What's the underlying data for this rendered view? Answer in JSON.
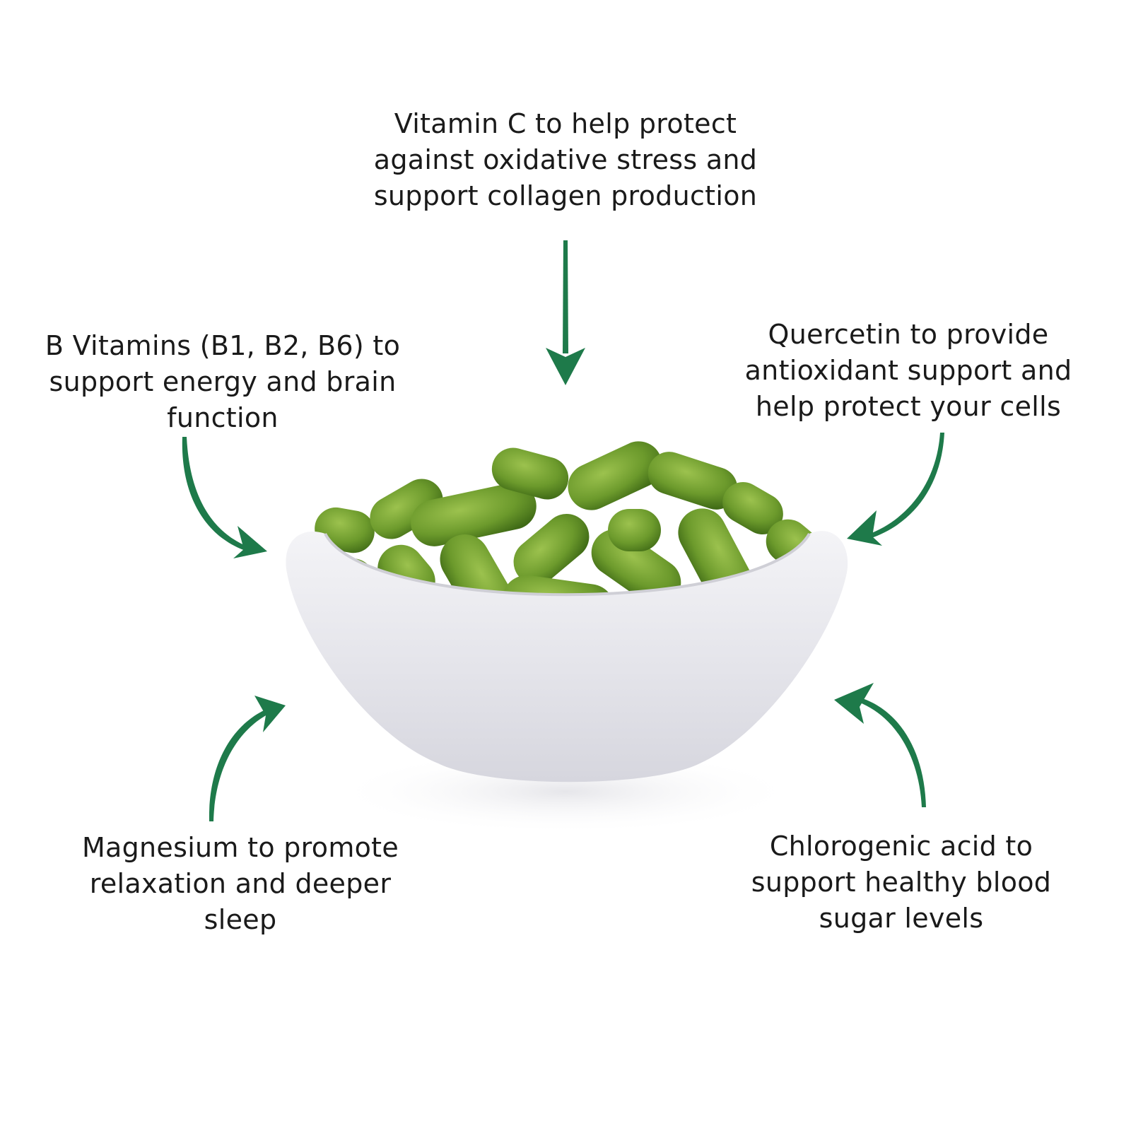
{
  "callouts": {
    "vitamin_c": [
      "Vitamin C to help protect",
      "against oxidative stress and",
      "support collagen production"
    ],
    "b_vitamins": [
      "B Vitamins (B1, B2, B6) to",
      "support energy and brain",
      "function"
    ],
    "quercetin": [
      "Quercetin to provide",
      "antioxidant support and",
      "help protect your cells"
    ],
    "magnesium": [
      "Magnesium to promote",
      "relaxation and deeper",
      "sleep"
    ],
    "chlorogenic": [
      "Chlorogenic acid to",
      "support healthy blood",
      "sugar levels"
    ]
  },
  "colors": {
    "arrow": "#1e7a4a",
    "capsule": "#6a9a2a",
    "bowl": "#e9e9ee",
    "text": "#1a1a1a"
  },
  "image": {
    "subject": "white-bowl-of-green-capsules-image"
  }
}
